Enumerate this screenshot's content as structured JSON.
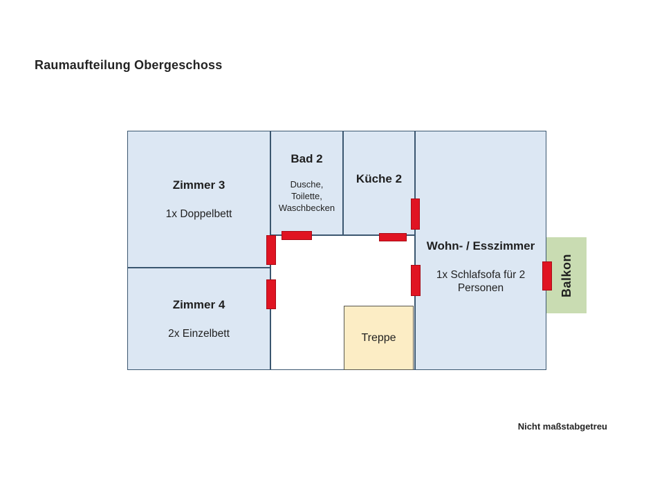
{
  "title": "Raumaufteilung Obergeschoss",
  "footer_note": "Nicht maßstabgetreu",
  "colors": {
    "room_fill": "#dce7f3",
    "wall_line": "#3a566f",
    "door_red": "#e01422",
    "stairs_fill": "#fcedc5",
    "balcony_fill": "#c9dcb2",
    "hallway_fill": "#ffffff",
    "text": "#1f1f1f"
  },
  "rooms": {
    "zimmer3": {
      "name": "Zimmer 3",
      "detail": "1x Doppelbett"
    },
    "zimmer4": {
      "name": "Zimmer 4",
      "detail": "2x Einzelbett"
    },
    "bad2": {
      "name": "Bad 2",
      "details": [
        "Dusche,",
        "Toilette,",
        "Waschbecken"
      ]
    },
    "kueche2": {
      "name": "Küche 2"
    },
    "wohn": {
      "name": "Wohn- / Esszimmer",
      "details": [
        "1x Schlafsofa für 2",
        "Personen"
      ]
    },
    "treppe": {
      "name": "Treppe"
    },
    "balkon": {
      "name": "Balkon"
    }
  },
  "doors": [
    "door-bad2",
    "door-zimmer3",
    "door-zimmer4",
    "door-kueche2",
    "door-kueche-wohn",
    "door-wohn",
    "door-balkon"
  ]
}
